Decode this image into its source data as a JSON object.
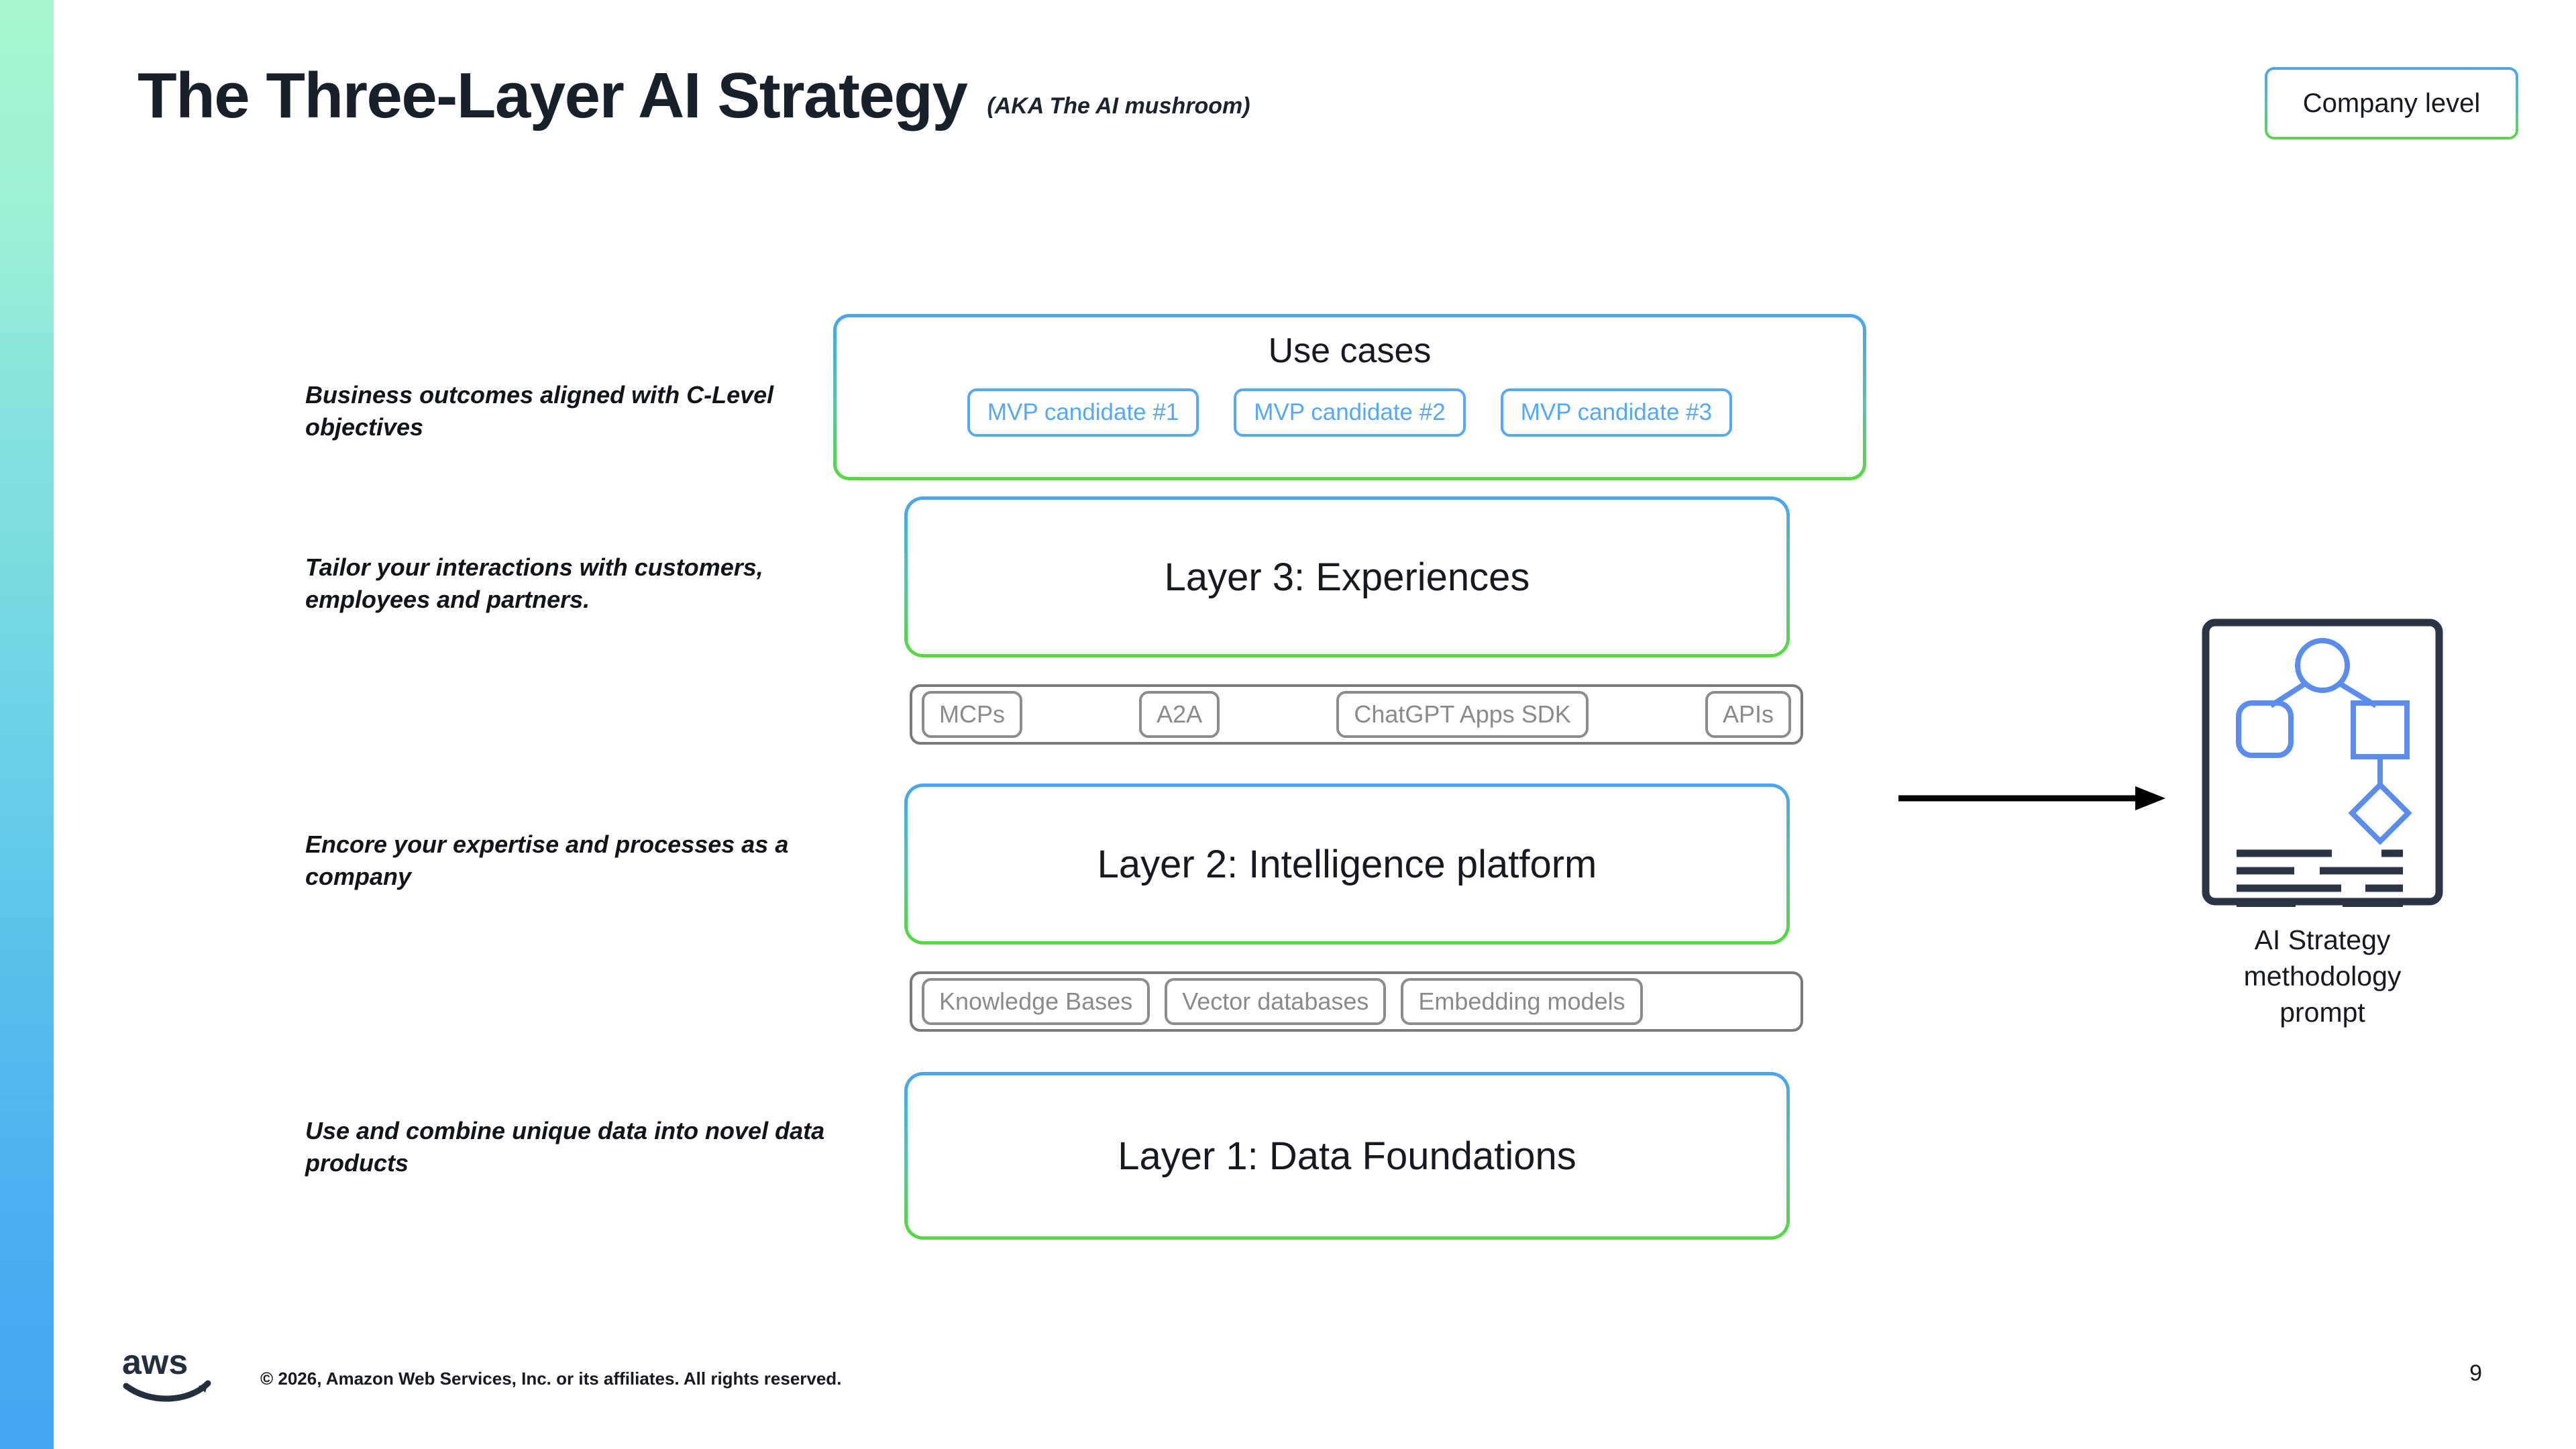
{
  "header": {
    "title": "The Three-Layer AI Strategy",
    "subtitle": "(AKA The AI mushroom)",
    "badge_label": "Company level"
  },
  "annotations": [
    "Business outcomes aligned with C-Level objectives",
    "Tailor your interactions with customers, employees and partners.",
    "Encore your expertise and processes as a company",
    "Use and combine unique data into novel data products"
  ],
  "stack": {
    "use_cases": {
      "title": "Use cases",
      "chips": [
        "MVP candidate #1",
        "MVP candidate #2",
        "MVP candidate #3"
      ]
    },
    "layer3": {
      "label": "Layer 3: Experiences"
    },
    "connector_experiences": {
      "chips": [
        "MCPs",
        "A2A",
        "ChatGPT Apps SDK",
        "APIs"
      ]
    },
    "layer2": {
      "label": "Layer 2: Intelligence platform"
    },
    "connector_data": {
      "chips": [
        "Knowledge Bases",
        "Vector databases",
        "Embedding models"
      ]
    },
    "layer1": {
      "label": "Layer 1: Data Foundations"
    }
  },
  "callout": {
    "caption": "AI Strategy methodology prompt"
  },
  "footer": {
    "copyright": "© 2026, Amazon Web Services, Inc. or its affiliates. All rights reserved.",
    "page_number": "9"
  },
  "colors": {
    "accent_blue": "#4aa3f0",
    "accent_green": "#56d93f",
    "chip_blue": "#55a8f5",
    "chip_gray": "#8c8c8c",
    "ink": "#16191f",
    "doc_navy": "#2b3445",
    "doc_blue": "#5b8def"
  }
}
